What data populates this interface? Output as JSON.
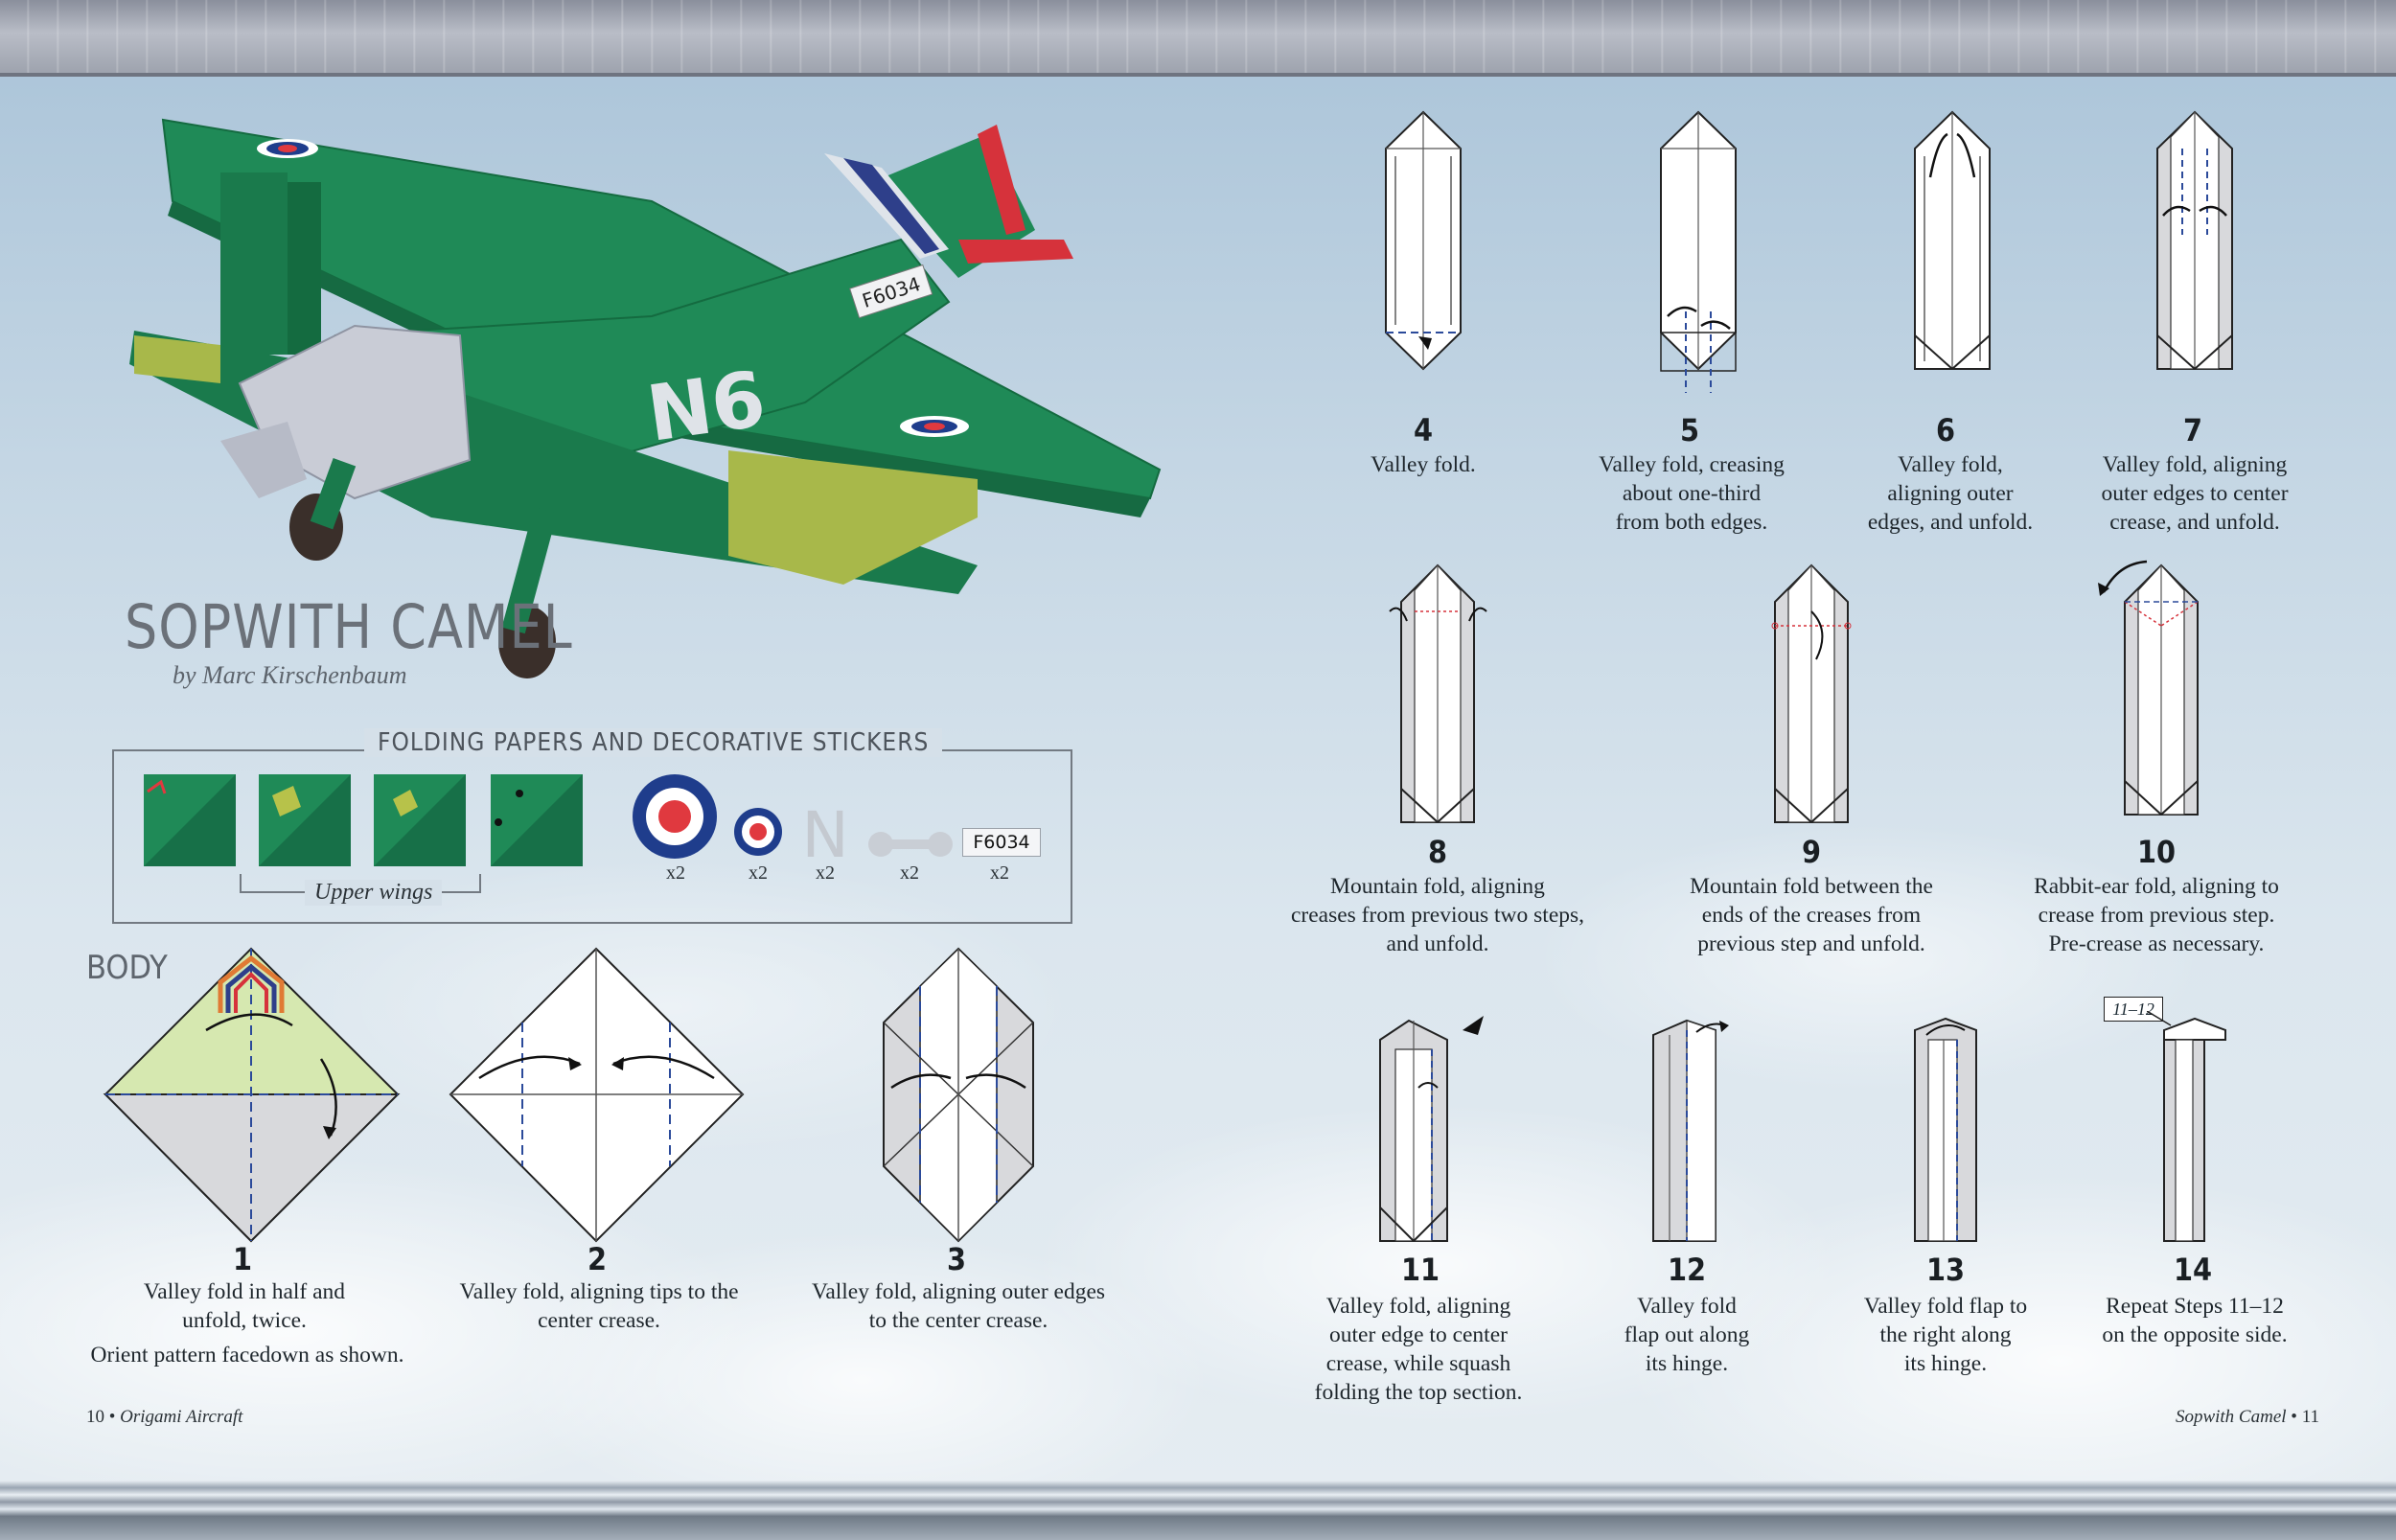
{
  "page": {
    "title": "SOPWITH CAMEL",
    "byline": "by Marc Kirschenbaum",
    "papers_heading": "FOLDING PAPERS AND DECORATIVE STICKERS",
    "upper_wings_label": "Upper wings",
    "body_label": "BODY",
    "plane_tail_code": "F6034",
    "plane_letter": "N6"
  },
  "stickers": [
    {
      "name": "large-roundel",
      "count": "x2"
    },
    {
      "name": "small-roundel",
      "count": "x2"
    },
    {
      "name": "letter-n",
      "label": "N",
      "count": "x2"
    },
    {
      "name": "connector",
      "count": "x2"
    },
    {
      "name": "tail-code",
      "label": "F6034",
      "count": "x2"
    }
  ],
  "steps": [
    {
      "num": "1",
      "caption_lines": [
        "Valley fold in half and",
        "unfold, twice."
      ],
      "extra": "Orient pattern facedown as shown."
    },
    {
      "num": "2",
      "caption_lines": [
        "Valley fold, aligning tips to the",
        "center crease."
      ]
    },
    {
      "num": "3",
      "caption_lines": [
        "Valley fold, aligning outer edges",
        "to the center crease."
      ]
    },
    {
      "num": "4",
      "caption_lines": [
        "Valley fold."
      ]
    },
    {
      "num": "5",
      "caption_lines": [
        "Valley fold, creasing",
        "about one-third",
        "from both edges."
      ]
    },
    {
      "num": "6",
      "caption_lines": [
        "Valley fold,",
        "aligning outer",
        "edges, and unfold."
      ]
    },
    {
      "num": "7",
      "caption_lines": [
        "Valley fold, aligning",
        "outer edges to center",
        "crease, and unfold."
      ]
    },
    {
      "num": "8",
      "caption_lines": [
        "Mountain fold, aligning",
        "creases from previous two steps,",
        "and unfold."
      ]
    },
    {
      "num": "9",
      "caption_lines": [
        "Mountain fold between the",
        "ends of the creases from",
        "previous step and unfold."
      ]
    },
    {
      "num": "10",
      "caption_lines": [
        "Rabbit-ear fold, aligning to",
        "crease from previous step.",
        "Pre-crease as necessary."
      ]
    },
    {
      "num": "11",
      "caption_lines": [
        "Valley fold, aligning",
        "outer edge to center",
        "crease, while squash",
        "folding the top section."
      ]
    },
    {
      "num": "12",
      "caption_lines": [
        "Valley fold",
        "flap out along",
        "its hinge."
      ]
    },
    {
      "num": "13",
      "caption_lines": [
        "Valley fold flap to",
        "the right along",
        "its hinge."
      ]
    },
    {
      "num": "14",
      "caption_lines": [
        "Repeat Steps 11–12",
        "on the opposite side."
      ],
      "tag": "11–12"
    }
  ],
  "footer": {
    "left_page": "10",
    "left_book": "Origami Aircraft",
    "right_title": "Sopwith Camel",
    "right_page": "11",
    "separator": "•"
  },
  "colors": {
    "paper_green": "#1f8a57",
    "paper_dark": "#166a42",
    "wing_yellow": "#a8b84a",
    "roundel_blue": "#1f3d8c",
    "roundel_red": "#e0393f",
    "step1_green": "#d6e8b0"
  }
}
